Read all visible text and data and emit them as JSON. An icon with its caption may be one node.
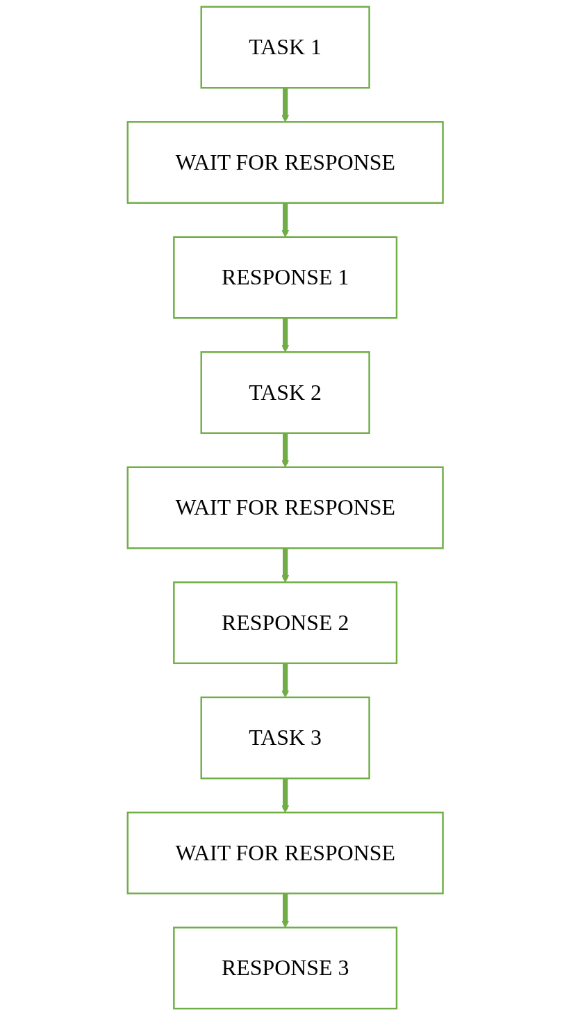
{
  "diagram": {
    "nodes": [
      {
        "text": [
          "TASK 1"
        ]
      },
      {
        "text": [
          "WAIT FOR RESPONSE"
        ]
      },
      {
        "text": [
          "RESPONSE 1"
        ]
      },
      {
        "text": [
          "TASK 2"
        ]
      },
      {
        "text": [
          "WAIT FOR RESPONSE"
        ]
      },
      {
        "text": [
          "RESPONSE 2"
        ]
      },
      {
        "text": [
          "TASK 3"
        ]
      },
      {
        "text": [
          "WAIT FOR RESPONSE"
        ]
      },
      {
        "text": [
          "RESPONSE 3"
        ]
      }
    ],
    "edges": [
      {
        "from": 0,
        "to": 1,
        "arrow": "to"
      },
      {
        "from": 1,
        "to": 2,
        "arrow": "to"
      },
      {
        "from": 2,
        "to": 3,
        "arrow": "to"
      },
      {
        "from": 3,
        "to": 4,
        "arrow": "to"
      },
      {
        "from": 4,
        "to": 5,
        "arrow": "to"
      },
      {
        "from": 5,
        "to": 6,
        "arrow": "to"
      },
      {
        "from": 6,
        "to": 7,
        "arrow": "to"
      },
      {
        "from": 7,
        "to": 8,
        "arrow": "to"
      }
    ]
  }
}
